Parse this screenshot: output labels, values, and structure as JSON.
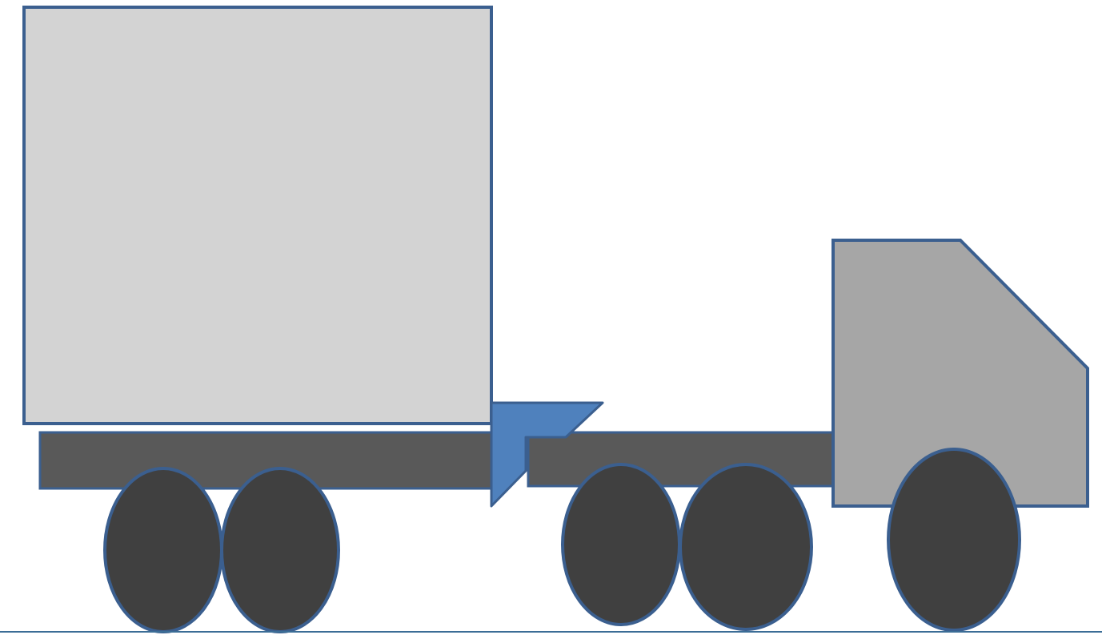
{
  "colors": {
    "background": "#ffffff",
    "outline": "#3b5f8f",
    "cargo_box": "#d3d3d3",
    "cab": "#a6a6a6",
    "frame": "#595959",
    "wheel": "#404040",
    "coupling": "#4f81bd",
    "ground": "#3b6d96"
  },
  "parts": {
    "cargo_box": "trailer-cargo-box",
    "trailer_frame": "trailer-frame",
    "coupling": "fifth-wheel-coupling",
    "tractor_frame": "tractor-frame",
    "cab": "tractor-cab",
    "wheel_count": 5
  }
}
